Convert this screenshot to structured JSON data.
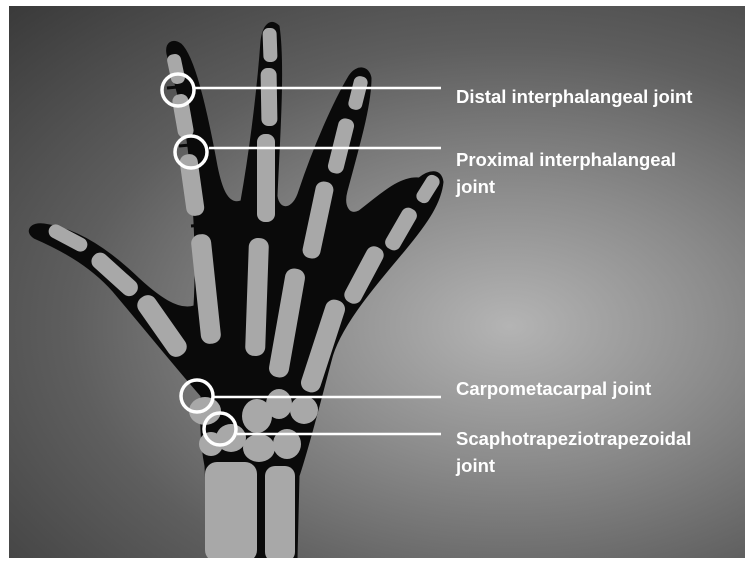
{
  "figure": {
    "labels": {
      "dip": "Distal interphalangeal joint",
      "pip_line1": "Proximal interphalangeal",
      "pip_line2": "joint",
      "cmc": "Carpometacarpal joint",
      "stt_line1": "Scaphotrapeziotrapezoidal",
      "stt_line2": "joint"
    },
    "colors": {
      "background_dark": "#3a3a3a",
      "background_light": "#b4b4b4",
      "silhouette": "#0a0a0a",
      "bone": "#a8a8a8",
      "highlight": "#ffffff"
    }
  }
}
